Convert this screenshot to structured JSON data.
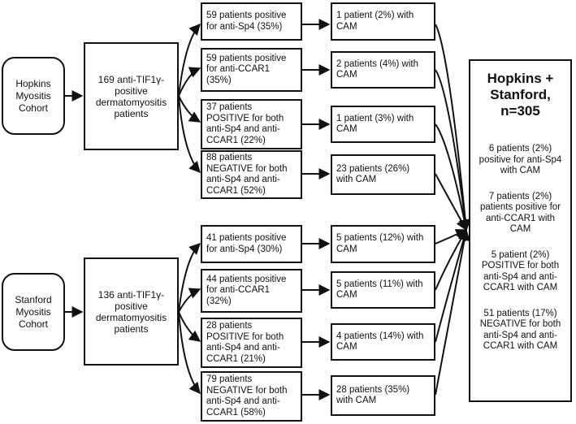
{
  "hopkins": {
    "cohort": "Hopkins\nMyositis\nCohort",
    "total": "169 anti-TIF1γ-\npositive\ndermatomyositis\npatients",
    "groups": [
      "59 patients positive\nfor anti-Sp4 (35%)",
      "59 patients positive\nfor anti-CCAR1\n(35%)",
      "37 patients\nPOSITIVE for both\nanti-Sp4 and anti-\nCCAR1 (22%)",
      "88 patients\nNEGATIVE for both\nanti-Sp4 and anti-\nCCAR1 (52%)"
    ],
    "cam": [
      "1 patient (2%) with\nCAM",
      "2 patients (4%) with\nCAM",
      "1 patient (3%) with\nCAM",
      "23 patients (26%)\nwith CAM"
    ]
  },
  "stanford": {
    "cohort": "Stanford\nMyositis\nCohort",
    "total": "136 anti-TIF1γ-\npositive\ndermatomyositis\npatients",
    "groups": [
      "41 patients positive\nfor anti-Sp4 (30%)",
      "44 patients positive\nfor anti-CCAR1\n(32%)",
      "28 patients\nPOSITIVE for both\nanti-Sp4 and anti-\nCCAR1 (21%)",
      "79 patients\nNEGATIVE for  both\nanti-Sp4 and anti-\nCCAR1 (58%)"
    ],
    "cam": [
      "5 patients (12%) with\nCAM",
      "5 patients (11%) with\nCAM",
      "4 patients (14%) with\nCAM",
      "28 patients (35%)\nwith CAM"
    ]
  },
  "summary": {
    "title": "Hopkins +\nStanford,\nn=305",
    "items": [
      "6 patients (2%)\npositive for anti-Sp4\nwith CAM",
      "7 patients (2%)\npatients positive for\nanti-CCAR1 with\nCAM",
      "5 patient (2%)\nPOSITIVE for both\nanti-Sp4 and anti-\nCCAR1 with CAM",
      "51 patients (17%)\nNEGATIVE for  both\nanti-Sp4 and anti-\nCCAR1 with CAM"
    ]
  }
}
